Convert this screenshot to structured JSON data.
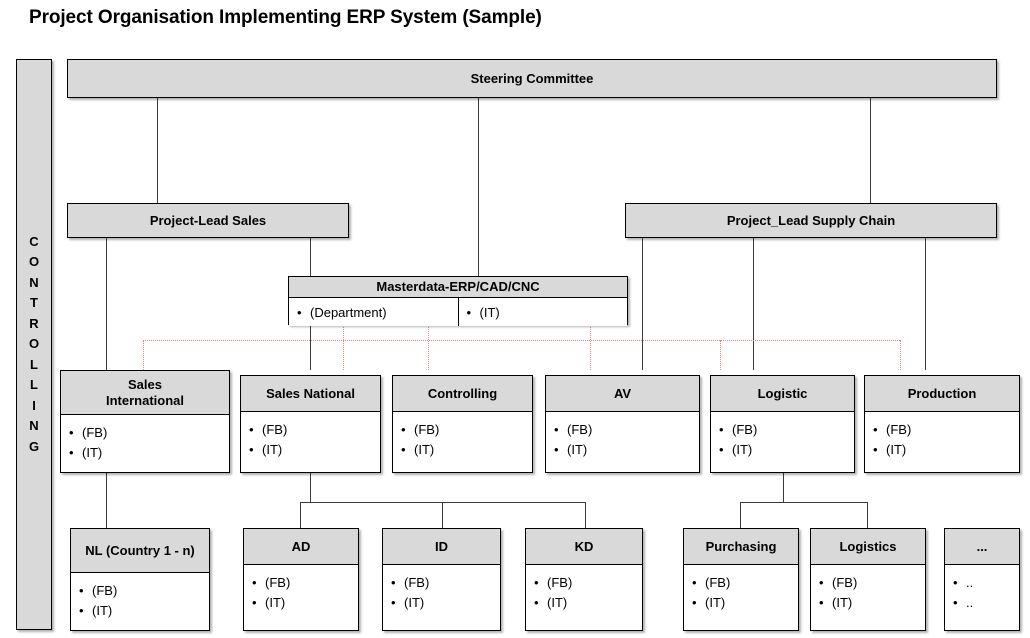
{
  "title": "Project Organisation Implementing ERP System (Sample)",
  "sidebar": {
    "label": "CONTROLLING",
    "letters": [
      "C",
      "O",
      "N",
      "T",
      "R",
      "O",
      "L",
      "L",
      "I",
      "N",
      "G"
    ]
  },
  "colors": {
    "header_fill": "#d9d9d9",
    "body_fill": "#ffffff",
    "border": "#000000",
    "connector": "#3a3a3a",
    "dotted_connector": "#f08080",
    "text": "#000000",
    "background": "#ffffff"
  },
  "nodes": {
    "steering": {
      "title": "Steering Committee"
    },
    "lead_sales": {
      "title": "Project-Lead Sales"
    },
    "lead_supply": {
      "title": "Project_Lead Supply Chain"
    },
    "masterdata": {
      "title": "Masterdata-ERP/CAD/CNC",
      "cells": [
        "(Department)",
        "(IT)"
      ]
    }
  },
  "level3": [
    {
      "title": "Sales\nInternational",
      "bullets": [
        "(FB)",
        "(IT)"
      ]
    },
    {
      "title": "Sales National",
      "bullets": [
        "(FB)",
        "(IT)"
      ]
    },
    {
      "title": "Controlling",
      "bullets": [
        "(FB)",
        "(IT)"
      ]
    },
    {
      "title": "AV",
      "bullets": [
        "(FB)",
        "(IT)"
      ]
    },
    {
      "title": "Logistic",
      "bullets": [
        "(FB)",
        "(IT)"
      ]
    },
    {
      "title": "Production",
      "bullets": [
        "(FB)",
        "(IT)"
      ]
    }
  ],
  "level4": [
    {
      "title": "NL (Country 1 - n)",
      "bullets": [
        "(FB)",
        "(IT)"
      ]
    },
    {
      "title": "AD",
      "bullets": [
        "(FB)",
        "(IT)"
      ]
    },
    {
      "title": "ID",
      "bullets": [
        "(FB)",
        "(IT)"
      ]
    },
    {
      "title": "KD",
      "bullets": [
        "(FB)",
        "(IT)"
      ]
    },
    {
      "title": "Purchasing",
      "bullets": [
        "(FB)",
        "(IT)"
      ]
    },
    {
      "title": "Logistics",
      "bullets": [
        "(FB)",
        "(IT)"
      ]
    },
    {
      "title": "...",
      "bullets": [
        "..",
        ".."
      ]
    }
  ]
}
